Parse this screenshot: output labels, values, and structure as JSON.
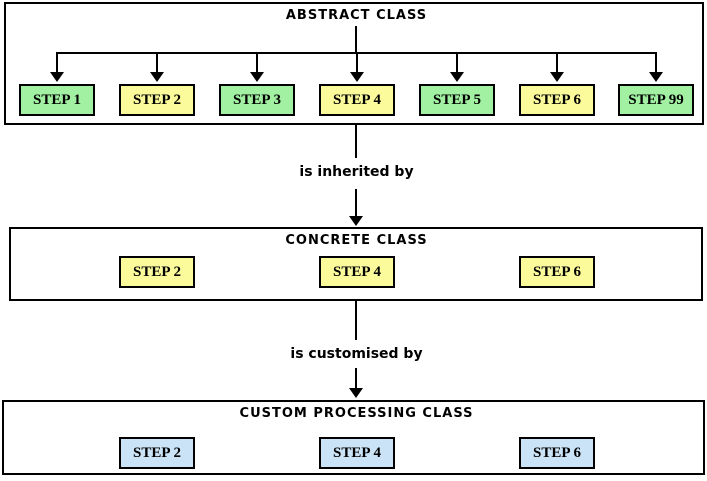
{
  "colors": {
    "green": "#A2F0A2",
    "yellow": "#FBFB9B",
    "blue": "#CBE3F6",
    "line": "#000000",
    "background": "#FFFFFF"
  },
  "sections": {
    "abstract": {
      "title": "ABSTRACT CLASS",
      "steps": [
        {
          "label": "STEP 1",
          "color": "green"
        },
        {
          "label": "STEP 2",
          "color": "yellow"
        },
        {
          "label": "STEP 3",
          "color": "green"
        },
        {
          "label": "STEP 4",
          "color": "yellow"
        },
        {
          "label": "STEP 5",
          "color": "green"
        },
        {
          "label": "STEP 6",
          "color": "yellow"
        },
        {
          "label": "STEP 99",
          "color": "green"
        }
      ]
    },
    "concrete": {
      "title": "CONCRETE CLASS",
      "steps": [
        {
          "label": "STEP 2",
          "color": "yellow"
        },
        {
          "label": "STEP 4",
          "color": "yellow"
        },
        {
          "label": "STEP 6",
          "color": "yellow"
        }
      ]
    },
    "custom": {
      "title": "CUSTOM PROCESSING CLASS",
      "steps": [
        {
          "label": "STEP 2",
          "color": "blue"
        },
        {
          "label": "STEP 4",
          "color": "blue"
        },
        {
          "label": "STEP 6",
          "color": "blue"
        }
      ]
    }
  },
  "connectors": {
    "inherit_label": "is inherited by",
    "customise_label": "is customised by"
  }
}
